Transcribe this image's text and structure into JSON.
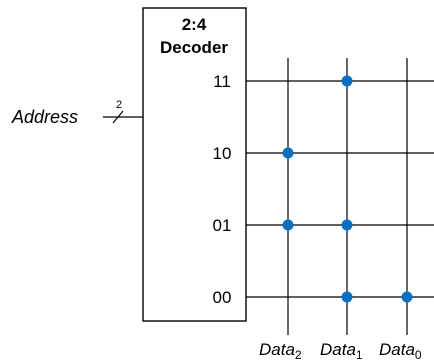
{
  "decoder": {
    "title_line1": "2:4",
    "title_line2": "Decoder",
    "outputs": [
      "11",
      "10",
      "01",
      "00"
    ]
  },
  "address": {
    "label": "Address",
    "bus_width": "2"
  },
  "data_columns": [
    {
      "name": "Data",
      "subscript": "2"
    },
    {
      "name": "Data",
      "subscript": "1"
    },
    {
      "name": "Data",
      "subscript": "0"
    }
  ],
  "stored_bits": {
    "11": [
      0,
      1,
      0
    ],
    "10": [
      1,
      0,
      0
    ],
    "01": [
      1,
      1,
      0
    ],
    "00": [
      0,
      1,
      1
    ]
  },
  "colors": {
    "dot": "#0b6fc0",
    "line": "#000000"
  }
}
